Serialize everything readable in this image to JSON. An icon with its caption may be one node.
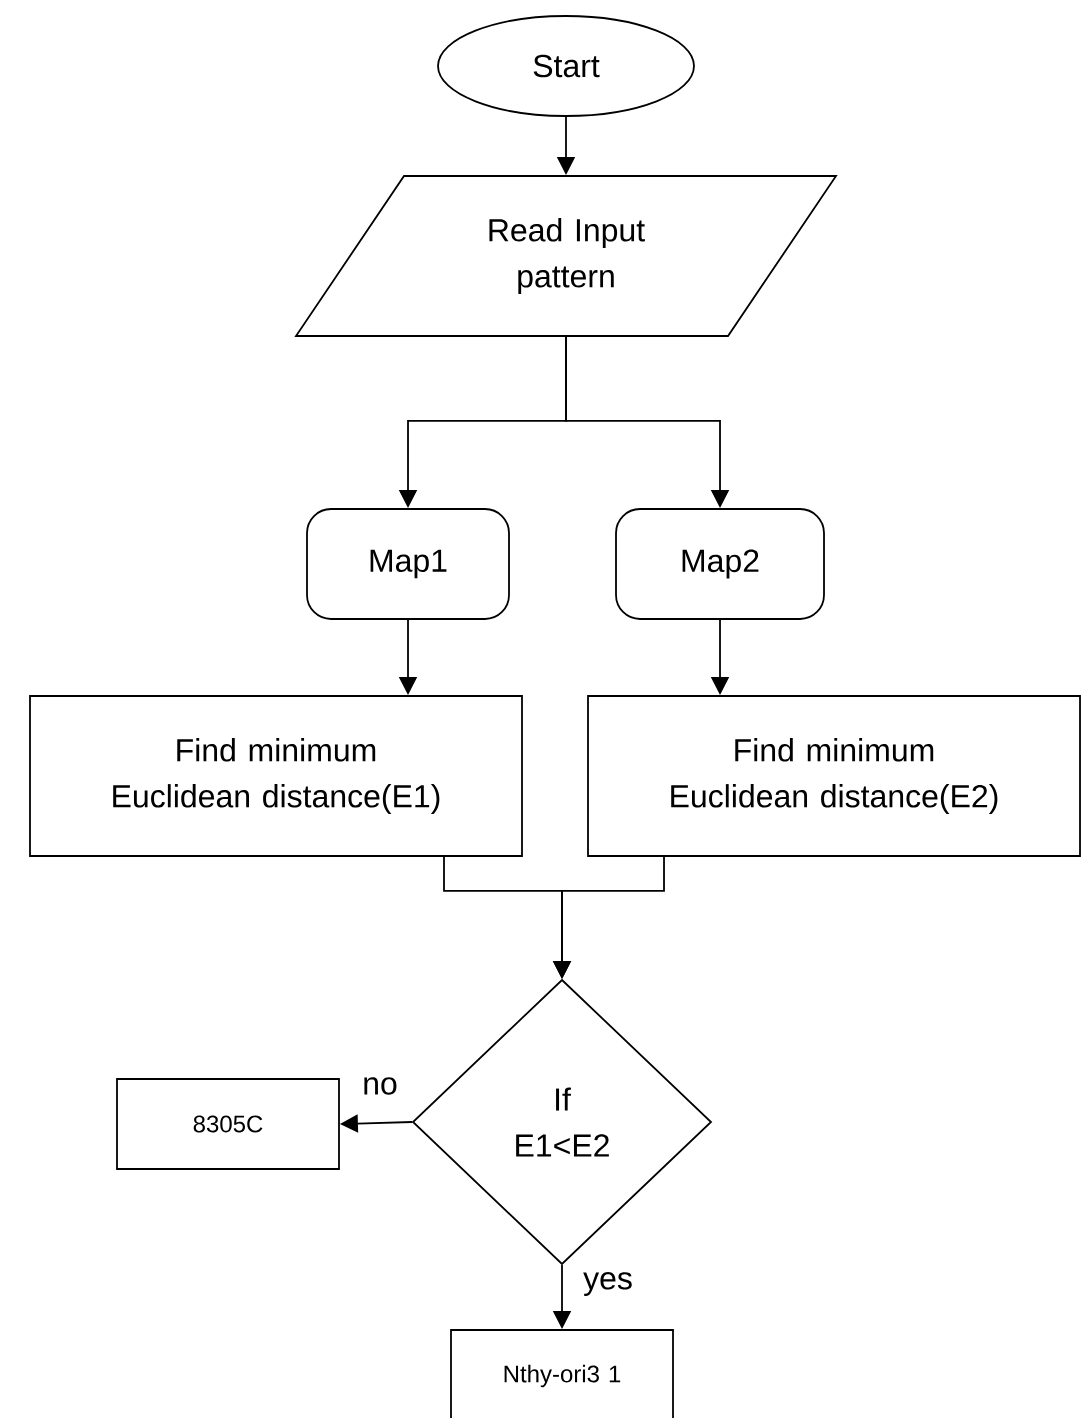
{
  "diagram": {
    "nodes": [
      {
        "text": [
          "Start"
        ]
      },
      {
        "text": [
          "Read Input pattern"
        ]
      },
      {
        "text": [
          "Map1"
        ]
      },
      {
        "text": [
          "Map2"
        ]
      },
      {
        "text": [
          "Find minimum Euclidean distance(E1)"
        ]
      },
      {
        "text": [
          "Find minimum Euclidean distance(E2)"
        ]
      },
      {
        "text": [
          "If E1<E2"
        ]
      },
      {
        "text": [
          "8305C"
        ]
      },
      {
        "text": [
          "Nthy-ori3 1"
        ]
      }
    ],
    "edges": [
      {
        "from": 0,
        "to": 1,
        "arrow": "to"
      },
      {
        "from": 1,
        "to": 2,
        "arrow": "to"
      },
      {
        "from": 1,
        "to": 3,
        "arrow": "to"
      },
      {
        "from": 2,
        "to": 4,
        "arrow": "to"
      },
      {
        "from": 3,
        "to": 5,
        "arrow": "to"
      },
      {
        "from": 4,
        "to": 6,
        "arrow": "to"
      },
      {
        "from": 5,
        "to": 6,
        "arrow": "to"
      },
      {
        "from": 6,
        "to": 7,
        "arrow": "to",
        "label": "no"
      },
      {
        "from": 6,
        "to": 8,
        "arrow": "to",
        "label": "yes"
      }
    ]
  }
}
